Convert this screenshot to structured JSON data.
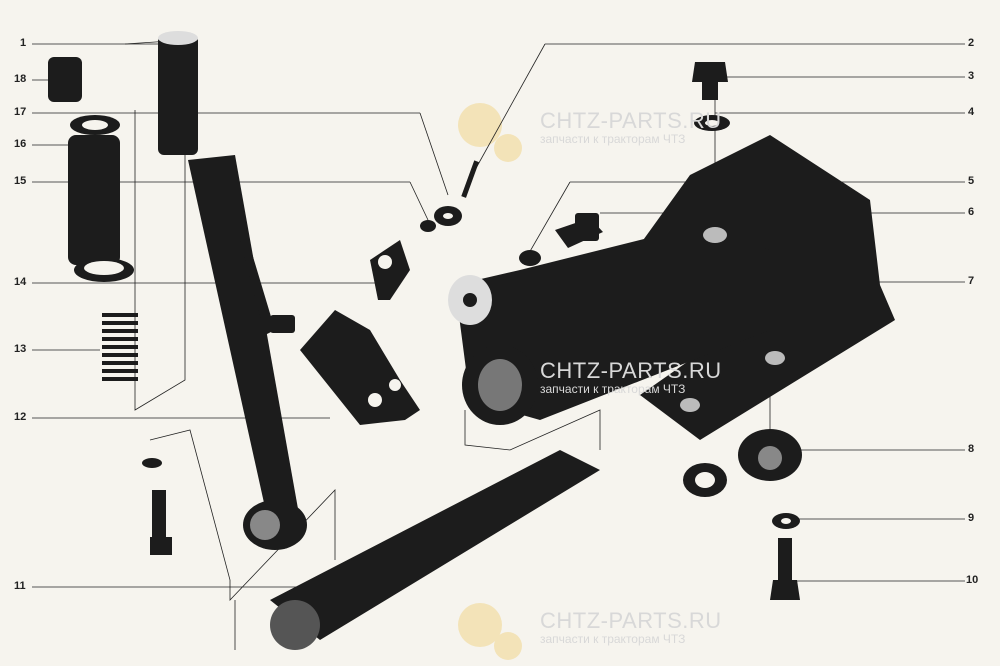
{
  "watermark": {
    "title": "CHTZ-PARTS.RU",
    "subtitle": "запчасти к тракторам ЧТЗ"
  },
  "callouts_left": [
    {
      "id": "1"
    },
    {
      "id": "18"
    },
    {
      "id": "17"
    },
    {
      "id": "16"
    },
    {
      "id": "15"
    },
    {
      "id": "14"
    },
    {
      "id": "13"
    },
    {
      "id": "12"
    },
    {
      "id": "11"
    }
  ],
  "callouts_right": [
    {
      "id": "2"
    },
    {
      "id": "3"
    },
    {
      "id": "4"
    },
    {
      "id": "5"
    },
    {
      "id": "6"
    },
    {
      "id": "7"
    },
    {
      "id": "8"
    },
    {
      "id": "9"
    },
    {
      "id": "10"
    }
  ],
  "colors": {
    "ink": "#1c1c1c",
    "paper": "#f6f4ee",
    "watermark": "#d8d8d8",
    "gear": "#f3e3b8"
  }
}
